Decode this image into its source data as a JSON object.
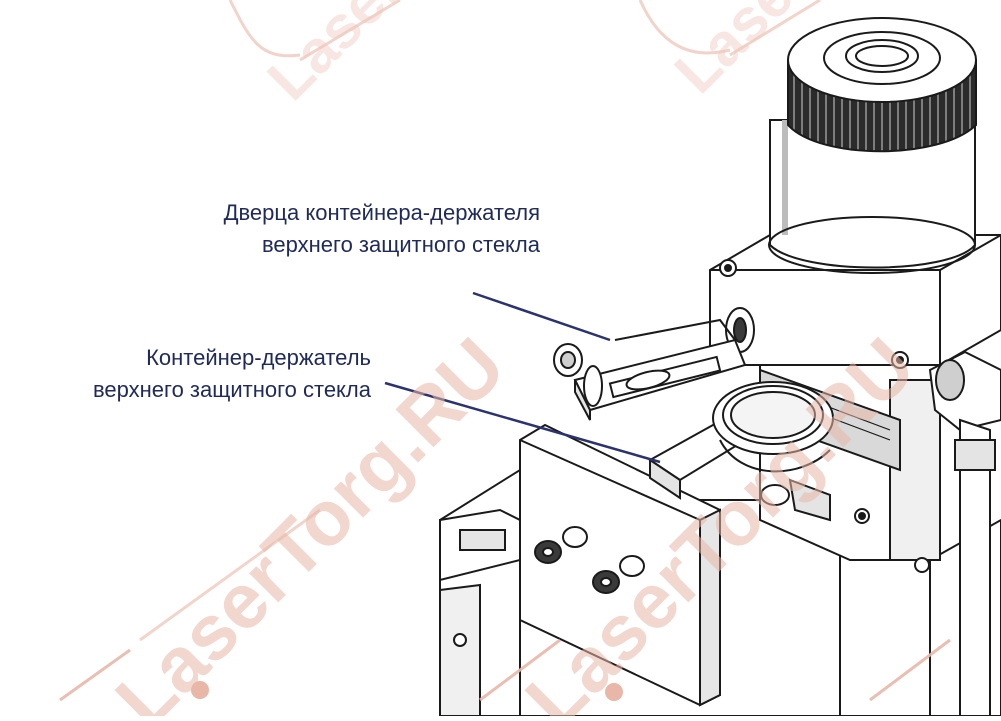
{
  "callouts": [
    {
      "line1": "Дверца контейнера-держателя",
      "line2": "верхнего защитного стекла"
    },
    {
      "line1": "Контейнер-держатель",
      "line2": "верхнего защитного стекла"
    }
  ],
  "watermark": {
    "text": "LaserTorg.RU",
    "color": "#e8b7a7"
  },
  "colors": {
    "label": "#1f2a5c",
    "leader": "#2a3270",
    "outline": "#1a1a1a",
    "shade": "#cfcfcf"
  }
}
